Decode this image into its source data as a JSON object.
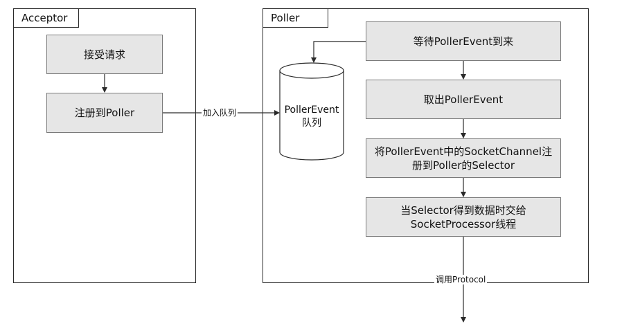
{
  "acceptor": {
    "title": "Acceptor",
    "steps": [
      "接受请求",
      "注册到Poller"
    ]
  },
  "poller": {
    "title": "Poller",
    "queue_label_line1": "PollerEvent",
    "queue_label_line2": "队列",
    "steps": [
      {
        "line1": "等待PollerEvent到来",
        "line2": ""
      },
      {
        "line1": "取出PollerEvent",
        "line2": ""
      },
      {
        "line1": "将PollerEvent中的SocketChannel注",
        "line2": "册到Poller的Selector"
      },
      {
        "line1": "当Selector得到数据时交给",
        "line2": "SocketProcessor线程"
      }
    ]
  },
  "edges": {
    "enqueue_label": "加入队列",
    "call_label": "调用Protocol"
  },
  "colors": {
    "box_fill": "#e6e6e6",
    "line": "#2a2a2a"
  }
}
